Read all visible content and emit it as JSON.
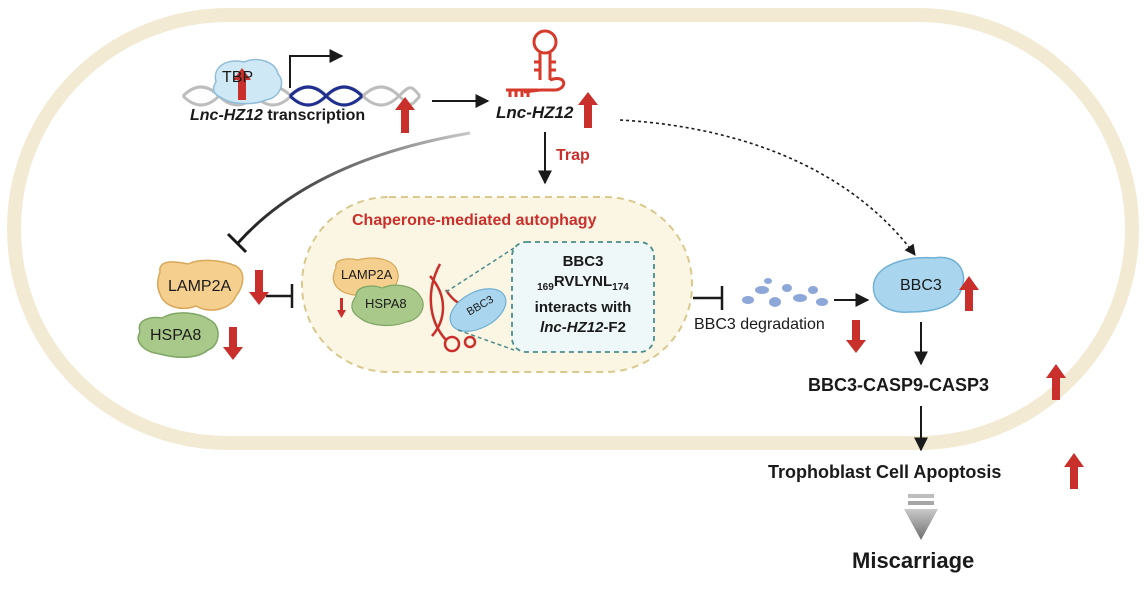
{
  "colors": {
    "cell_border": "#f2ead3",
    "accent_red": "#c9302c",
    "cma_fill": "#fbf6e3",
    "cma_border": "#d9c98f",
    "bbc3_blue": "#a9d6ee",
    "lamp2a_orange": "#f4cf8e",
    "hspa8_green": "#a9c98a",
    "box_teal": "#4a8c8c",
    "box_fill": "#eef8f8",
    "arrow_gray": "#8c8c8c"
  },
  "icons": [
    "dna-helix-icon",
    "rna-hairpin-icon",
    "up-arrow-icon",
    "down-arrow-icon",
    "inhibition-bar-icon"
  ],
  "tbp": {
    "label": "TBP"
  },
  "transcription": {
    "gene": "Lnc-HZ12",
    "suffix": " transcription"
  },
  "lnc": {
    "label": "Lnc-HZ12"
  },
  "trap": {
    "label": "Trap"
  },
  "cma": {
    "title": "Chaperone-mediated autophagy"
  },
  "lamp2a": {
    "label": "LAMP2A"
  },
  "hspa8": {
    "label": "HSPA8"
  },
  "inner_lamp2a": {
    "label": "LAMP2A"
  },
  "inner_hspa8": {
    "label": "HSPA8"
  },
  "inner_bbc3": {
    "label": "BBC3"
  },
  "box": {
    "line1": "BBC3",
    "sub_start": "169",
    "motif": "RVLYNL",
    "sub_end": "174",
    "line3": "interacts with",
    "gene": "lnc-HZ12",
    "gene_suffix": "-F2"
  },
  "degradation": {
    "label": "BBC3 degradation"
  },
  "bbc3": {
    "label": "BBC3"
  },
  "pathway": {
    "label": "BBC3-CASP9-CASP3"
  },
  "apoptosis": {
    "label": "Trophoblast Cell Apoptosis"
  },
  "miscarriage": {
    "label": "Miscarriage"
  }
}
